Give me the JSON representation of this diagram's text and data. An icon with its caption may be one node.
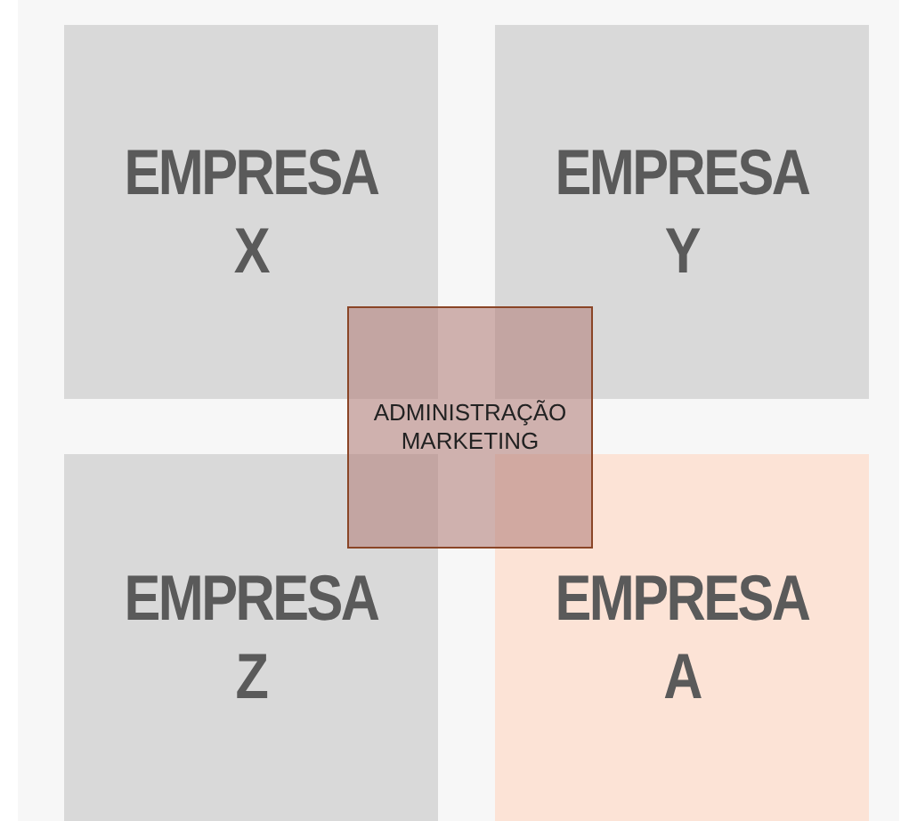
{
  "diagram": {
    "nodes": [
      {
        "text": [
          "EMPRESA X"
        ]
      },
      {
        "text": [
          "EMPRESA Y"
        ]
      },
      {
        "text": [
          "EMPRESA Z"
        ]
      },
      {
        "text": [
          "EMPRESA A"
        ]
      },
      {
        "text": [
          "ADMINISTRAÇÃO MARKETING"
        ]
      }
    ]
  }
}
